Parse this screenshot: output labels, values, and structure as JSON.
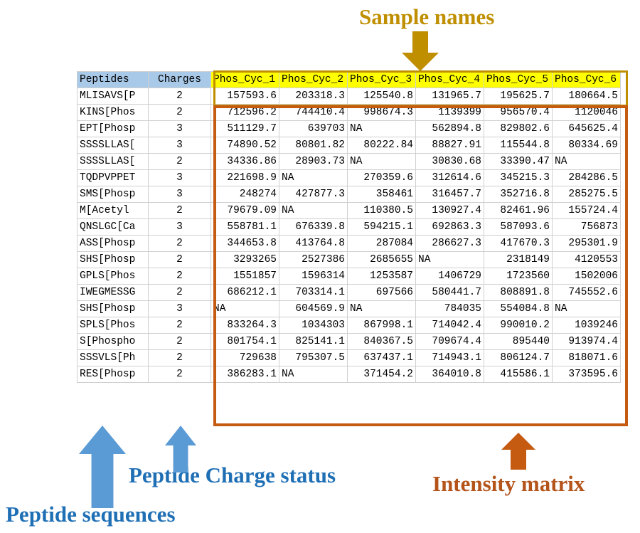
{
  "annotations": {
    "sample_names": "Sample names",
    "peptide_charge_status": "Peptide Charge status",
    "peptide_sequences": "Peptide sequences",
    "intensity_matrix": "Intensity matrix",
    "colors": {
      "sample_names": "#bf8f00",
      "intensity_matrix": "#c55a11",
      "peptide_blue": "#1f6fb5",
      "arrow_blue": "#5b9bd5",
      "header_highlight": "#ffff00",
      "header_plain": "#a9c9e8"
    }
  },
  "table": {
    "headers": {
      "peptides": "Peptides",
      "charges": "Charges",
      "samples": [
        "Phos_Cyc_1",
        "Phos_Cyc_2",
        "Phos_Cyc_3",
        "Phos_Cyc_4",
        "Phos_Cyc_5",
        "Phos_Cyc_6"
      ]
    },
    "rows": [
      {
        "peptide": "MLISAVS[P",
        "charge": "2",
        "values": [
          "157593.6",
          "203318.3",
          "125540.8",
          "131965.7",
          "195625.7",
          "180664.5"
        ]
      },
      {
        "peptide": "KINS[Phos",
        "charge": "2",
        "values": [
          "712596.2",
          "744410.4",
          "998674.3",
          "1139399",
          "956570.4",
          "1120046"
        ]
      },
      {
        "peptide": "EPT[Phosp",
        "charge": "3",
        "values": [
          "511129.7",
          "639703",
          "NA",
          "562894.8",
          "829802.6",
          "645625.4"
        ]
      },
      {
        "peptide": "SSSSLLAS[",
        "charge": "3",
        "values": [
          "74890.52",
          "80801.82",
          "80222.84",
          "88827.91",
          "115544.8",
          "80334.69"
        ]
      },
      {
        "peptide": "SSSSLLAS[",
        "charge": "2",
        "values": [
          "34336.86",
          "28903.73",
          "NA",
          "30830.68",
          "33390.47",
          "NA"
        ]
      },
      {
        "peptide": "TQDPVPPET",
        "charge": "3",
        "values": [
          "221698.9",
          "NA",
          "270359.6",
          "312614.6",
          "345215.3",
          "284286.5"
        ]
      },
      {
        "peptide": "SMS[Phosp",
        "charge": "3",
        "values": [
          "248274",
          "427877.3",
          "358461",
          "316457.7",
          "352716.8",
          "285275.5"
        ]
      },
      {
        "peptide": "M[Acetyl",
        "charge": "2",
        "values": [
          "79679.09",
          "NA",
          "110380.5",
          "130927.4",
          "82461.96",
          "155724.4"
        ]
      },
      {
        "peptide": "QNSLGC[Ca",
        "charge": "3",
        "values": [
          "558781.1",
          "676339.8",
          "594215.1",
          "692863.3",
          "587093.6",
          "756873"
        ]
      },
      {
        "peptide": "ASS[Phosp",
        "charge": "2",
        "values": [
          "344653.8",
          "413764.8",
          "287084",
          "286627.3",
          "417670.3",
          "295301.9"
        ]
      },
      {
        "peptide": "SHS[Phosp",
        "charge": "2",
        "values": [
          "3293265",
          "2527386",
          "2685655",
          "NA",
          "2318149",
          "4120553"
        ]
      },
      {
        "peptide": "GPLS[Phos",
        "charge": "2",
        "values": [
          "1551857",
          "1596314",
          "1253587",
          "1406729",
          "1723560",
          "1502006"
        ]
      },
      {
        "peptide": "IWEGMESSG",
        "charge": "2",
        "values": [
          "686212.1",
          "703314.1",
          "697566",
          "580441.7",
          "808891.8",
          "745552.6"
        ]
      },
      {
        "peptide": "SHS[Phosp",
        "charge": "3",
        "values": [
          "NA",
          "604569.9",
          "NA",
          "784035",
          "554084.8",
          "NA"
        ]
      },
      {
        "peptide": "SPLS[Phos",
        "charge": "2",
        "values": [
          "833264.3",
          "1034303",
          "867998.1",
          "714042.4",
          "990010.2",
          "1039246"
        ]
      },
      {
        "peptide": "S[Phospho",
        "charge": "2",
        "values": [
          "801754.1",
          "825141.1",
          "840367.5",
          "709674.4",
          "895440",
          "913974.4"
        ]
      },
      {
        "peptide": "SSSVLS[Ph",
        "charge": "2",
        "values": [
          "729638",
          "795307.5",
          "637437.1",
          "714943.1",
          "806124.7",
          "818071.6"
        ]
      },
      {
        "peptide": "RES[Phosp",
        "charge": "2",
        "values": [
          "386283.1",
          "NA",
          "371454.2",
          "364010.8",
          "415586.1",
          "373595.6"
        ]
      }
    ]
  }
}
